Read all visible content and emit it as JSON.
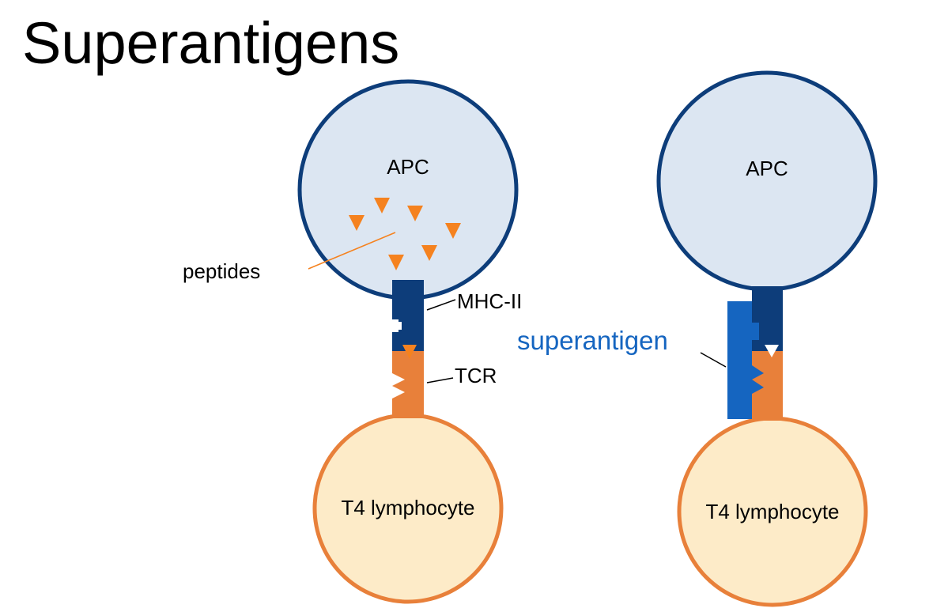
{
  "title": "Superantigens",
  "colors": {
    "apc_fill": "#dce6f2",
    "apc_stroke": "#0d3d7a",
    "mhc": "#0d3d7a",
    "tcr": "#e8803a",
    "lymph_fill": "#fdebc8",
    "lymph_stroke": "#e8803a",
    "peptide": "#f5821f",
    "superantigen": "#1565c0"
  },
  "left_panel": {
    "apc_label": "APC",
    "peptides_label": "peptides",
    "mhc_label": "MHC-II",
    "tcr_label": "TCR",
    "lymph_label": "T4 lymphocyte"
  },
  "right_panel": {
    "apc_label": "APC",
    "superantigen_label": "superantigen",
    "lymph_label": "T4 lymphocyte"
  }
}
